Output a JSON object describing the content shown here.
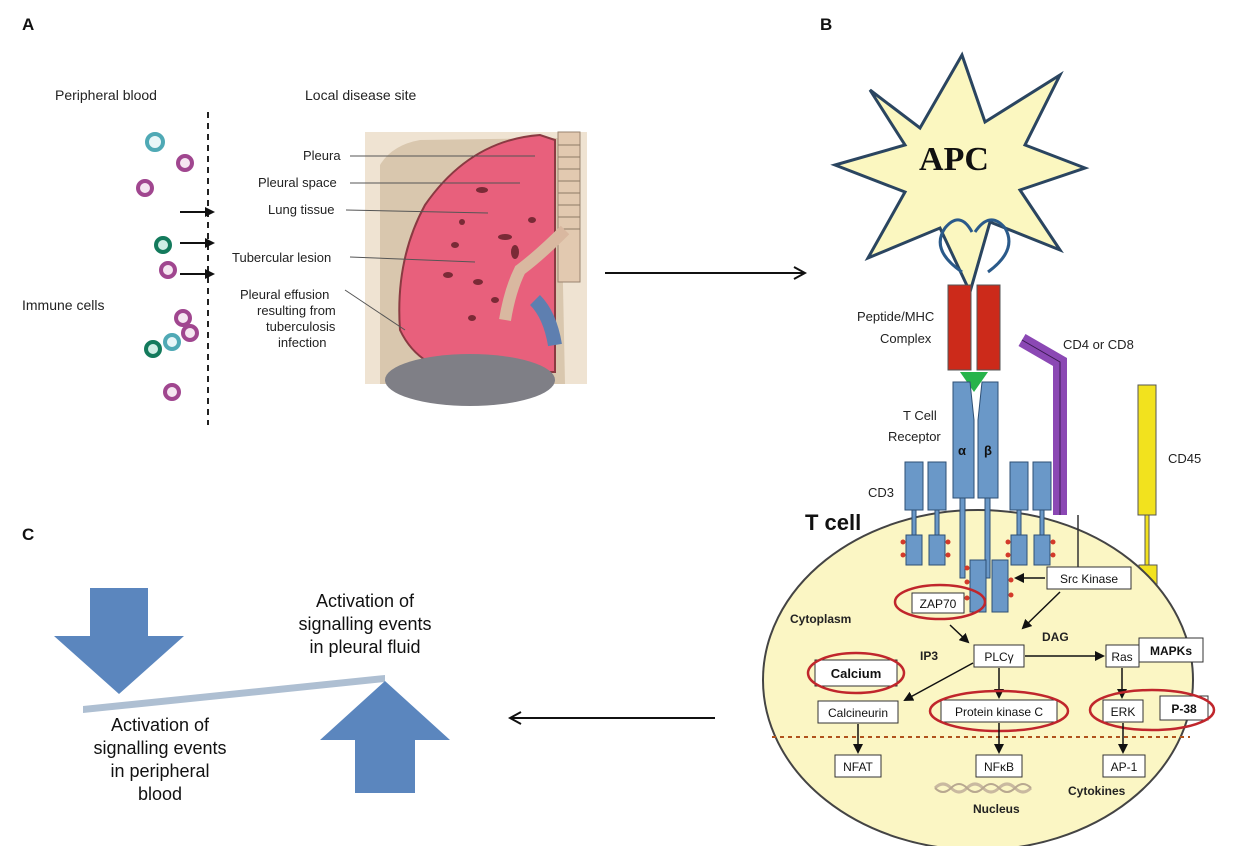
{
  "panels": {
    "a": "A",
    "b": "B",
    "c": "C"
  },
  "panel_a": {
    "peripheral_blood": "Peripheral blood",
    "local_disease_site": "Local disease site",
    "immune_cells": "Immune cells",
    "labels": {
      "pleura": "Pleura",
      "pleural_space": "Pleural space",
      "lung_tissue": "Lung tissue",
      "tubercular_lesion": "Tubercular lesion",
      "effusion_1": "Pleural effusion",
      "effusion_2": "resulting from",
      "effusion_3": "tuberculosis",
      "effusion_4": "infection"
    }
  },
  "panel_b": {
    "apc": "APC",
    "peptide_mhc_1": "Peptide/MHC",
    "peptide_mhc_2": "Complex",
    "cd4_cd8": "CD4 or CD8",
    "tcr_1": "T Cell",
    "tcr_2": "Receptor",
    "alpha": "α",
    "beta": "β",
    "cd3": "CD3",
    "cd45": "CD45",
    "t_cell": "T cell",
    "src_kinase": "Src Kinase",
    "zap70": "ZAP70",
    "cytoplasm": "Cytoplasm",
    "dag": "DAG",
    "ip3": "IP3",
    "plcy": "PLCγ",
    "ras": "Ras",
    "mapks": "MAPKs",
    "calcium": "Calcium",
    "calcineurin": "Calcineurin",
    "protein_kinase_c": "Protein kinase C",
    "erk": "ERK",
    "p38": "P-38",
    "nfat": "NFAT",
    "nfkb": "NFκB",
    "ap1": "AP-1",
    "cytokines": "Cytokines",
    "nucleus": "Nucleus"
  },
  "panel_c": {
    "right_1": "Activation of",
    "right_2": "signalling events",
    "right_3": "in pleural fluid",
    "left_1": "Activation of",
    "left_2": "signalling events",
    "left_3": "in peripheral",
    "left_4": "blood"
  },
  "colors": {
    "cell_teal": "#4fa9b5",
    "cell_purple": "#a0468f",
    "cell_green": "#137a5c",
    "lung_pink": "#e8607c",
    "mhc_red": "#cc2a1a",
    "cd4_purple": "#8b48b4",
    "tcr_blue": "#6a98c8",
    "cd45_yellow": "#f2e21e",
    "cell_body": "#fbf6c4",
    "highlight_red": "#c0262c",
    "balance_blue": "#5b86be"
  }
}
